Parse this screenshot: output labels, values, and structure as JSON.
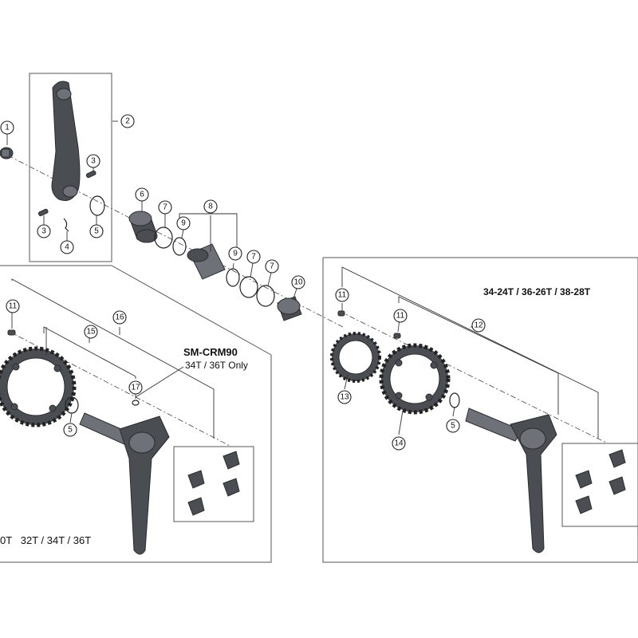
{
  "callouts": {
    "c1": "1",
    "c2": "2",
    "c3a": "3",
    "c3b": "3",
    "c4": "4",
    "c5a": "5",
    "c6": "6",
    "c7a": "7",
    "c9a": "9",
    "c8": "8",
    "c9b": "9",
    "c7b": "7",
    "c7c": "7",
    "c10": "10",
    "c11a": "11",
    "c16": "16",
    "c15": "15",
    "c17": "17",
    "c5b": "5",
    "c11b": "11",
    "c11c": "11",
    "c12": "12",
    "c13": "13",
    "c14": "14",
    "c5c": "5"
  },
  "labels": {
    "model": "SM-CRM90",
    "model_note": "34T / 36T Only",
    "left_sizes": "0T   32T / 34T / 36T",
    "right_sizes": "34-24T / 36-26T / 38-28T"
  },
  "colors": {
    "part_dark": "#4a4d52",
    "part_light": "#6e7278",
    "line": "#333333"
  }
}
